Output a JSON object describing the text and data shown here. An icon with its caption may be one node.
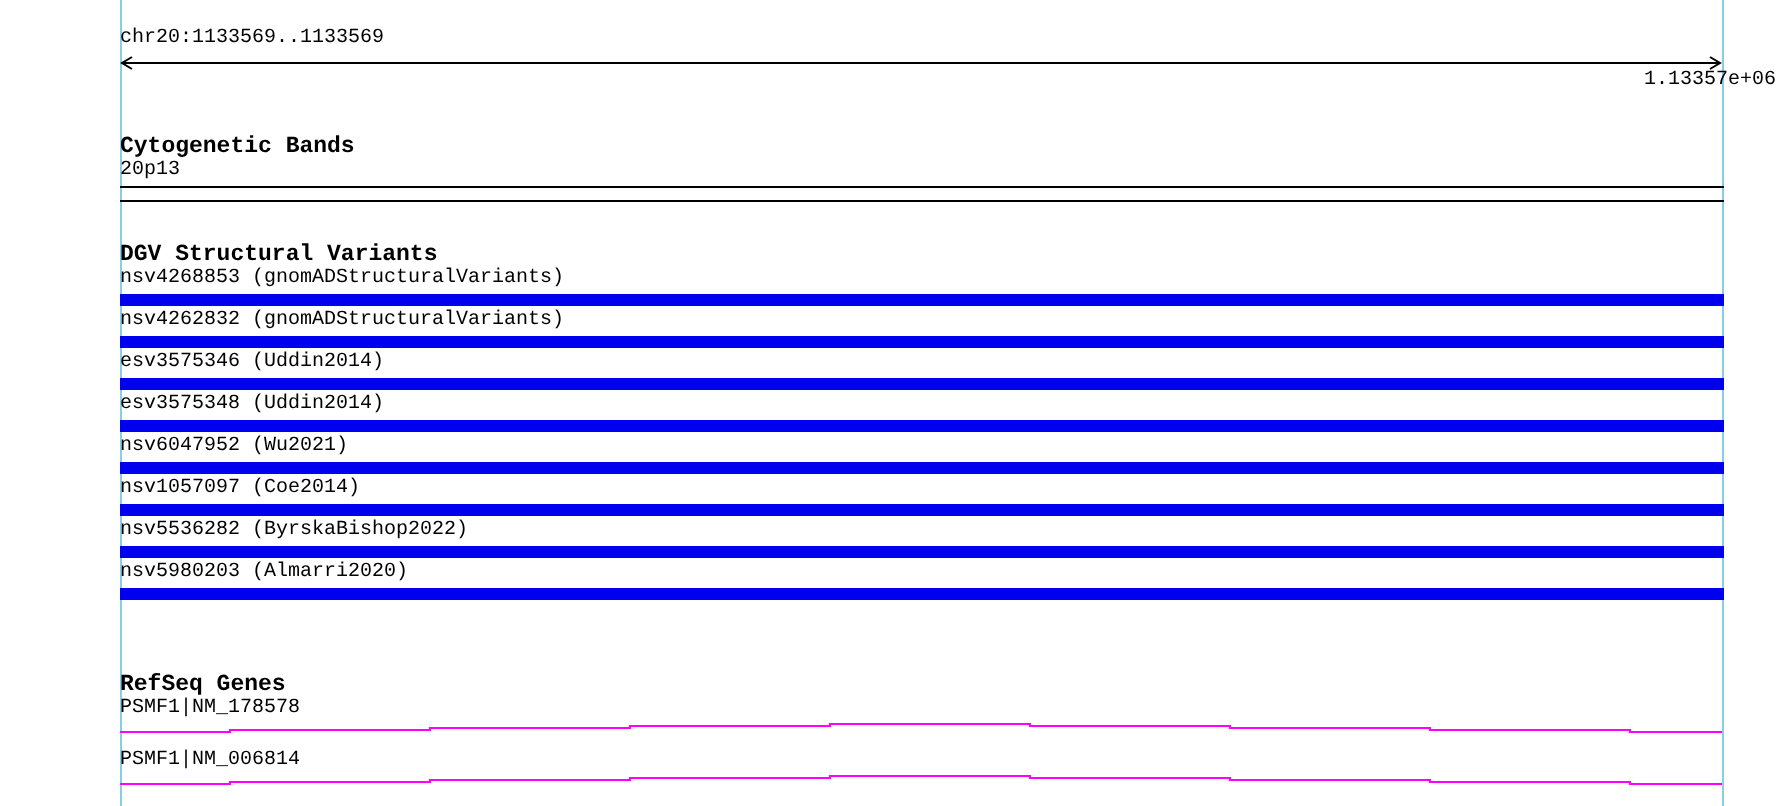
{
  "diagram": {
    "labels": [
      "chr20:1133569..1133569",
      "1.13357e+06",
      "Cytogenetic Bands",
      "20p13",
      "DGV Structural Variants",
      "nsv4268853 (gnomADStructuralVariants)",
      "nsv4262832 (gnomADStructuralVariants)",
      "esv3575346 (Uddin2014)",
      "esv3575348 (Uddin2014)",
      "nsv6047952 (Wu2021)",
      "nsv1057097 (Coe2014)",
      "nsv5536282 (ByrskaBishop2022)",
      "nsv5980203 (Almarri2020)",
      "RefSeq Genes",
      "PSMF1|NM_178578",
      "PSMF1|NM_006814"
    ]
  }
}
